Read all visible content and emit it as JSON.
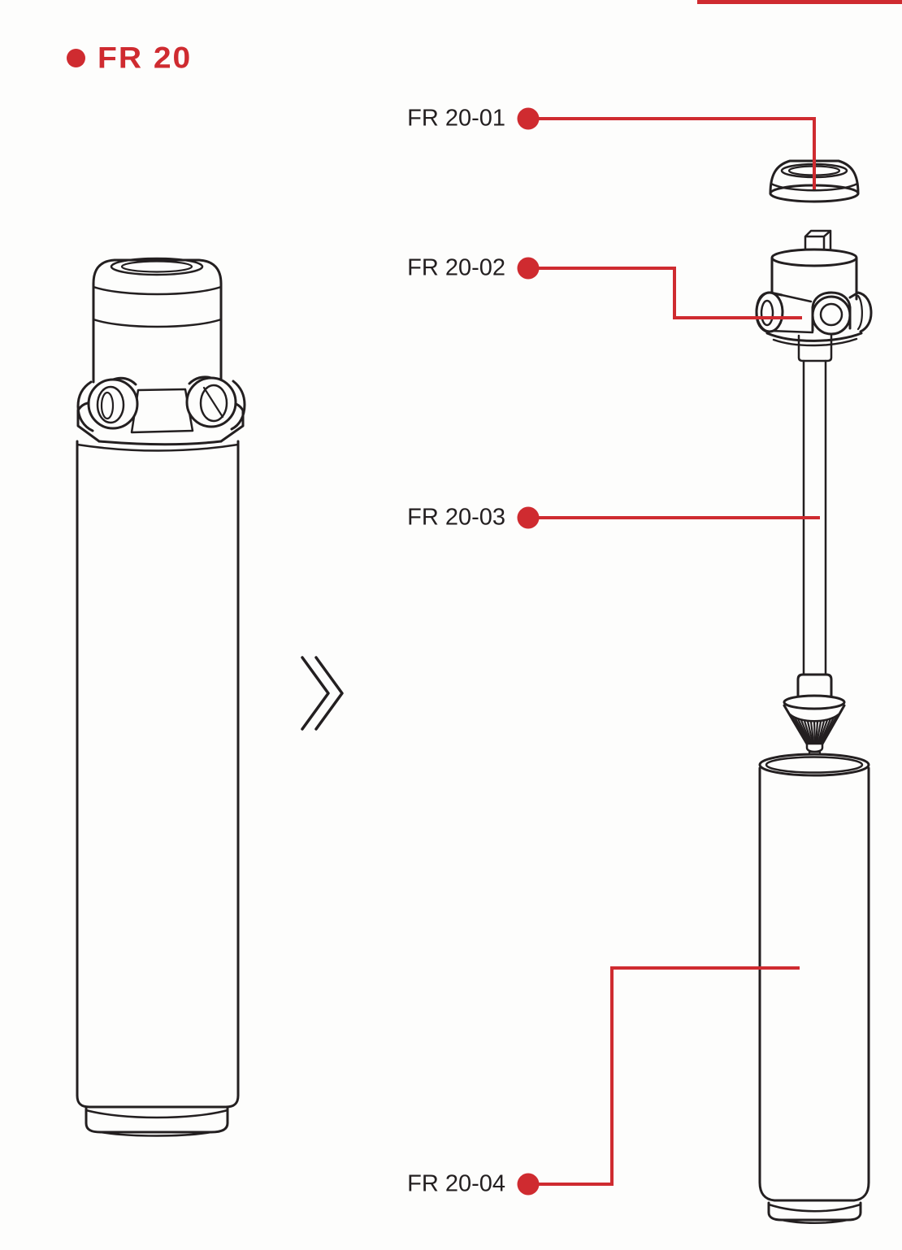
{
  "document": {
    "title": "FR 20"
  },
  "colors": {
    "accent": "#cf2b30",
    "line": "#231f20",
    "label_text": "#231f20",
    "background": "#fdfdfc"
  },
  "icons": {
    "title_bullet": "red-dot-bullet",
    "separator": "double-chevron-right"
  },
  "callouts": [
    {
      "label": "FR 20-01"
    },
    {
      "label": "FR 20-02"
    },
    {
      "label": "FR 20-03"
    },
    {
      "label": "FR 20-04"
    }
  ]
}
